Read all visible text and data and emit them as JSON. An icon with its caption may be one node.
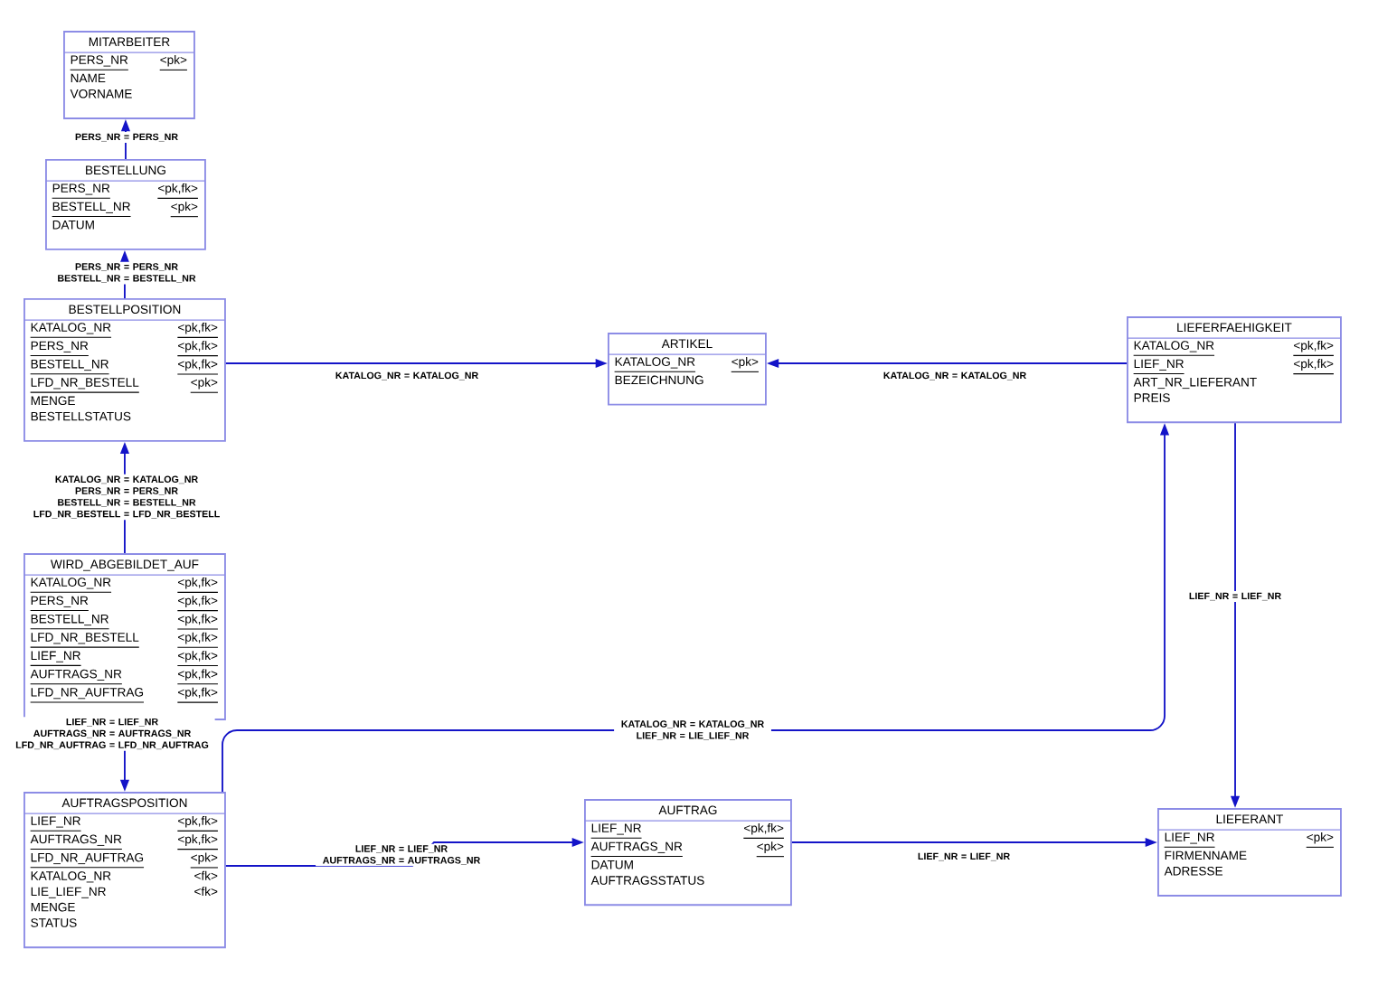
{
  "diagram": {
    "nodes": [
      {
        "text": [
          "MITARBEITER",
          "PERS_NR",
          "<pk>",
          "NAME",
          "VORNAME"
        ]
      },
      {
        "text": [
          "BESTELLUNG",
          "PERS_NR",
          "<pk,fk>",
          "BESTELL_NR",
          "<pk>",
          "DATUM"
        ]
      },
      {
        "text": [
          "BESTELLPOSITION",
          "KATALOG_NR",
          "<pk,fk>",
          "PERS_NR",
          "<pk,fk>",
          "BESTELL_NR",
          "<pk,fk>",
          "LFD_NR_BESTELL",
          "<pk>",
          "MENGE",
          "BESTELLSTATUS"
        ]
      },
      {
        "text": [
          "ARTIKEL",
          "KATALOG_NR",
          "<pk>",
          "BEZEICHNUNG"
        ]
      },
      {
        "text": [
          "LIEFERFAEHIGKEIT",
          "KATALOG_NR",
          "<pk,fk>",
          "LIEF_NR",
          "<pk,fk>",
          "ART_NR_LIEFERANT",
          "PREIS"
        ]
      },
      {
        "text": [
          "WIRD_ABGEBILDET_AUF",
          "KATALOG_NR",
          "<pk,fk>",
          "PERS_NR",
          "<pk,fk>",
          "BESTELL_NR",
          "<pk,fk>",
          "LFD_NR_BESTELL",
          "<pk,fk>",
          "LIEF_NR",
          "<pk,fk>",
          "AUFTRAGS_NR",
          "<pk,fk>",
          "LFD_NR_AUFTRAG",
          "<pk,fk>"
        ]
      },
      {
        "text": [
          "AUFTRAGSPOSITION",
          "LIEF_NR",
          "<pk,fk>",
          "AUFTRAGS_NR",
          "<pk,fk>",
          "LFD_NR_AUFTRAG",
          "<pk>",
          "KATALOG_NR",
          "<fk>",
          "LIE_LIEF_NR",
          "<fk>",
          "MENGE",
          "STATUS"
        ]
      },
      {
        "text": [
          "AUFTRAG",
          "LIEF_NR",
          "<pk,fk>",
          "AUFTRAGS_NR",
          "<pk>",
          "DATUM",
          "AUFTRAGSSTATUS"
        ]
      },
      {
        "text": [
          "LIEFERANT",
          "LIEF_NR",
          "<pk>",
          "FIRMENNAME",
          "ADRESSE"
        ]
      }
    ],
    "edges": [
      {
        "from": 1,
        "to": 0,
        "arrow": "to",
        "label": "PERS_NR = PERS_NR"
      },
      {
        "from": 2,
        "to": 1,
        "arrow": "to",
        "label": "PERS_NR = PERS_NR BESTELL_NR = BESTELL_NR"
      },
      {
        "from": 2,
        "to": 3,
        "arrow": "to",
        "label": "KATALOG_NR = KATALOG_NR"
      },
      {
        "from": 4,
        "to": 3,
        "arrow": "to",
        "label": "KATALOG_NR = KATALOG_NR"
      },
      {
        "from": 5,
        "to": 2,
        "arrow": "to",
        "label": "KATALOG_NR = KATALOG_NR PERS_NR = PERS_NR BESTELL_NR = BESTELL_NR LFD_NR_BESTELL = LFD_NR_BESTELL"
      },
      {
        "from": 5,
        "to": 6,
        "arrow": "to",
        "label": "LIEF_NR = LIEF_NR AUFTRAGS_NR = AUFTRAGS_NR LFD_NR_AUFTRAG = LFD_NR_AUFTRAG"
      },
      {
        "from": 6,
        "to": 4,
        "arrow": "to",
        "label": "KATALOG_NR = KATALOG_NR LIEF_NR = LIE_LIEF_NR"
      },
      {
        "from": 6,
        "to": 7,
        "arrow": "to",
        "label": "LIEF_NR = LIEF_NR AUFTRAGS_NR = AUFTRAGS_NR"
      },
      {
        "from": 7,
        "to": 8,
        "arrow": "to",
        "label": "LIEF_NR = LIEF_NR"
      },
      {
        "from": 4,
        "to": 8,
        "arrow": "to",
        "label": "LIEF_NR = LIEF_NR"
      }
    ]
  }
}
